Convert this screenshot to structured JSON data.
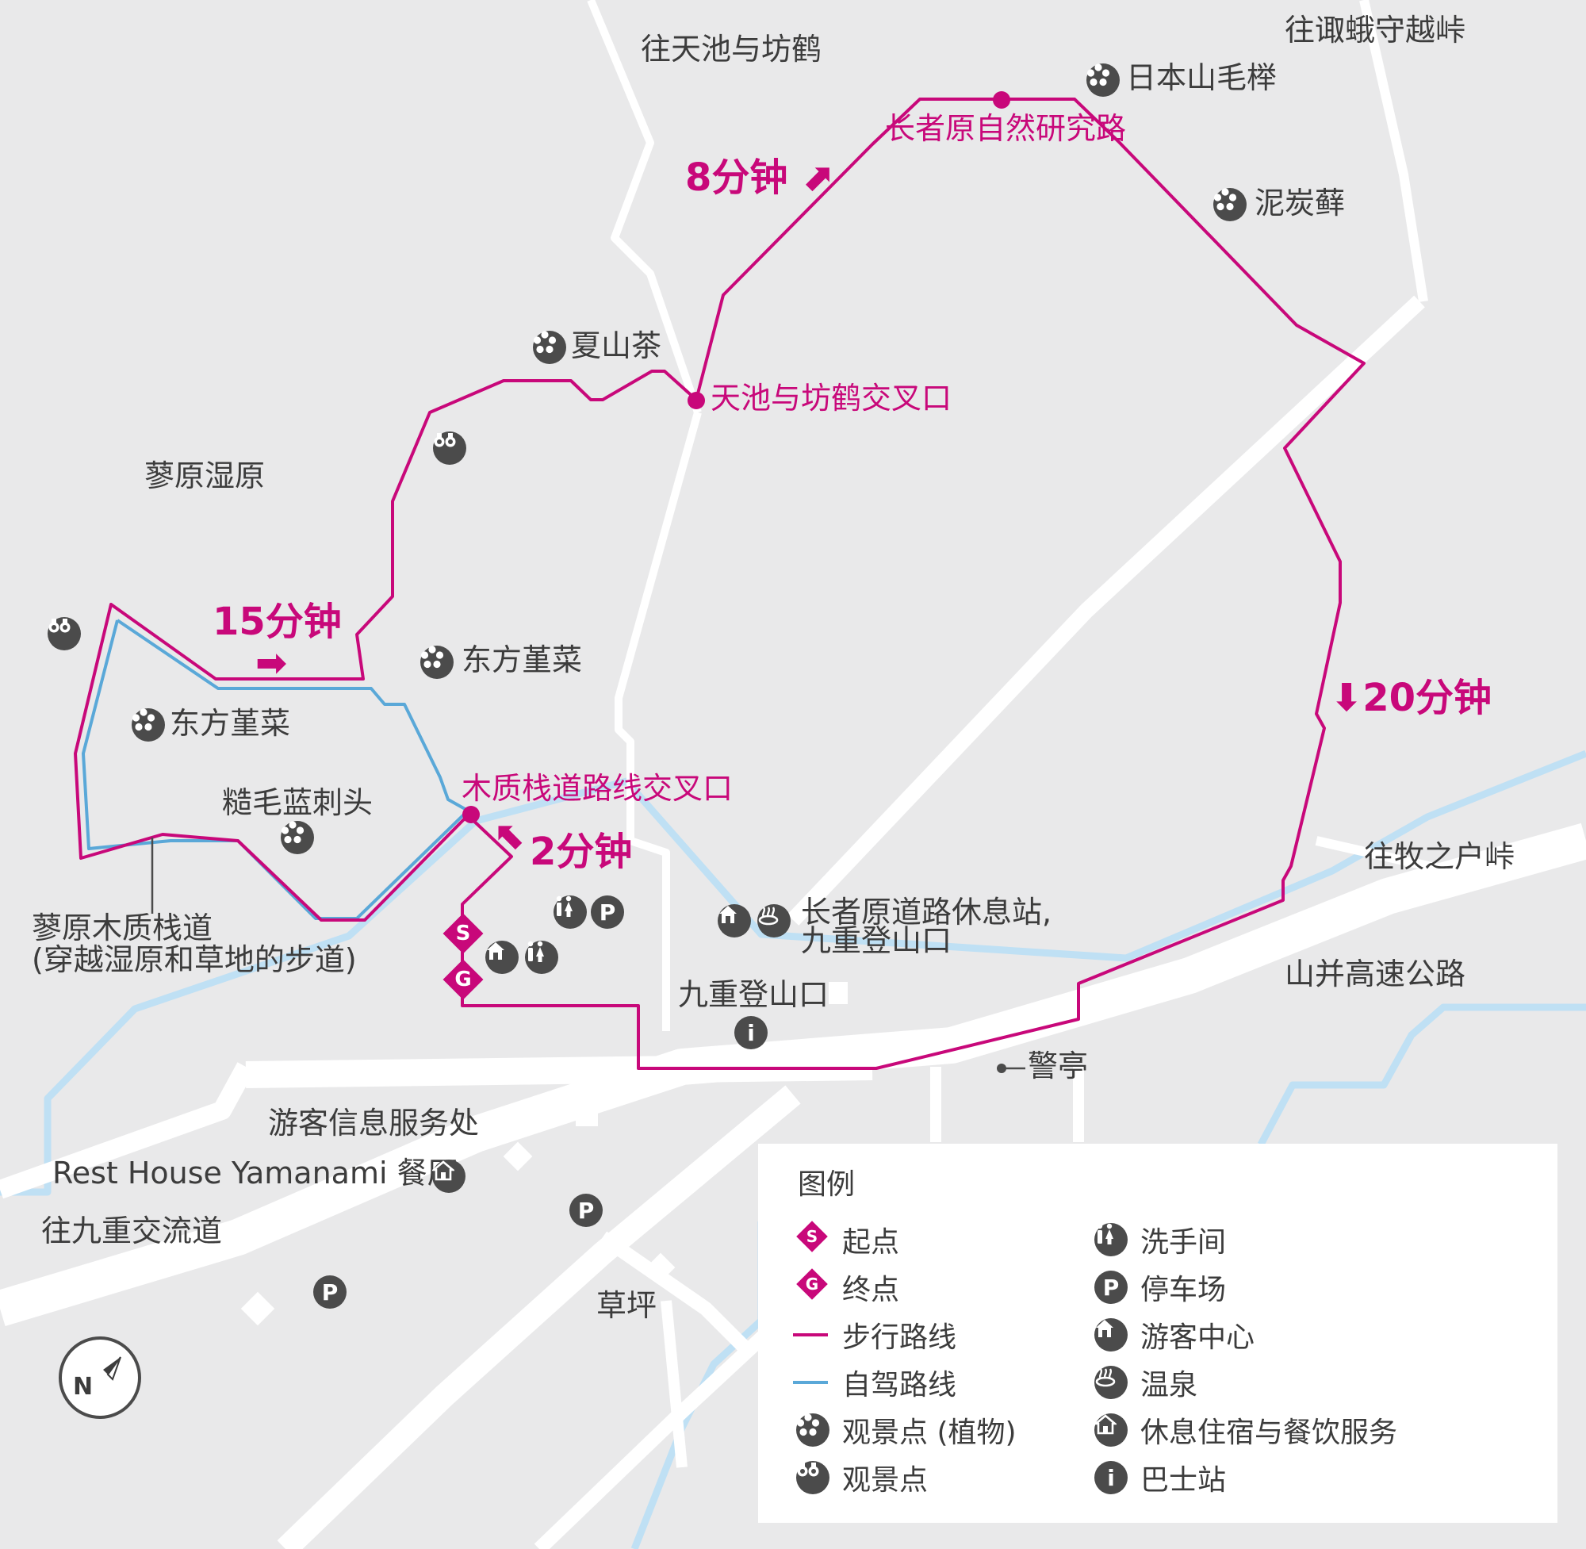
{
  "colors": {
    "background": "#e9e9ea",
    "road": "#ffffff",
    "river": "#bfe0f4",
    "walking_route": "#c8087a",
    "driving_route": "#5aa8d8",
    "icon": "#4b4b4b"
  },
  "direction_labels": {
    "to_tenchi": "往天池与坊鹤",
    "to_segamori": "往诹蛾守越峠",
    "to_makinoto": "往牧之户峠",
    "to_kuju_road": "往九重交流道"
  },
  "places": {
    "choja_research_road": "长者原自然研究路",
    "tenchi_junction": "天池与坊鹤交叉口",
    "boardwalk_junction": "木质栈道路线交叉口",
    "tadewara_marsh": "蓼原湿原",
    "tadewara_boardwalk_line1": "蓼原木质栈道",
    "tadewara_boardwalk_line2": "(穿越湿原和草地的步道)",
    "michinoeki_line1": "长者原道路休息站,",
    "michinoeki_line2": "九重登山口",
    "kuju_trailhead": "九重登山口",
    "police_box": "警亭",
    "highway": "山并高速公路",
    "tourist_info": "游客信息服务处",
    "rest_house": "Rest House Yamanami 餐厅",
    "lawn": "草坪"
  },
  "plants": {
    "beech": "日本山毛榉",
    "peat_moss": "泥炭藓",
    "stewartia": "夏山茶",
    "violet_1": "东方堇菜",
    "violet_2": "东方堇菜",
    "thistle": "糙毛蓝刺头"
  },
  "times": {
    "t8": "8分钟",
    "t15": "15分钟",
    "t20": "20分钟",
    "t2": "2分钟"
  },
  "arrows": {
    "up_right": "⬈",
    "right": "➡",
    "down": "⬇",
    "up_left": "⬉"
  },
  "pins": {
    "start": "S",
    "goal": "G",
    "parking": "P",
    "bus": "i",
    "compass": "N"
  },
  "legend": {
    "title": "图例",
    "items": [
      {
        "icon": "start-diamond",
        "label": "起点"
      },
      {
        "icon": "goal-diamond",
        "label": "终点"
      },
      {
        "icon": "walking-line",
        "label": "步行路线"
      },
      {
        "icon": "driving-line",
        "label": "自驾路线"
      },
      {
        "icon": "plant-icon",
        "label": "观景点 (植物)"
      },
      {
        "icon": "binoculars-icon",
        "label": "观景点"
      },
      {
        "icon": "toilet-icon",
        "label": "洗手间"
      },
      {
        "icon": "parking-icon",
        "label": "停车场"
      },
      {
        "icon": "visitor-center-icon",
        "label": "游客中心"
      },
      {
        "icon": "hot-spring-icon",
        "label": "温泉"
      },
      {
        "icon": "lodging-icon",
        "label": "休息住宿与餐饮服务"
      },
      {
        "icon": "bus-stop-icon",
        "label": "巴士站"
      }
    ]
  }
}
